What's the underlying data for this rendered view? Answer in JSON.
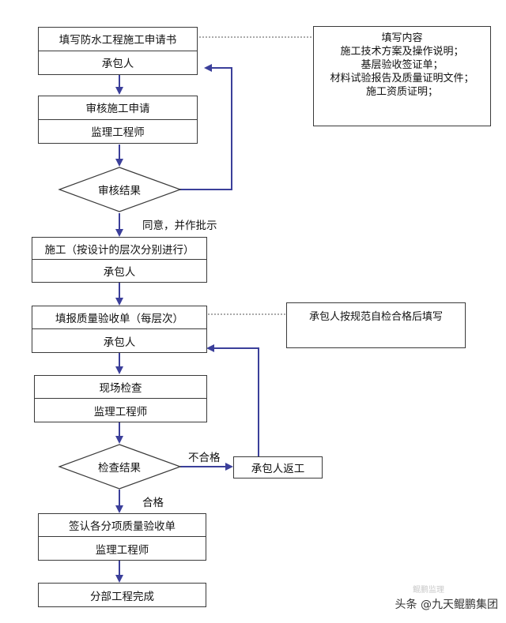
{
  "colors": {
    "line": "#3b3f9a",
    "box_border": "#3a3a3a",
    "text": "#111111"
  },
  "steps": {
    "apply": {
      "title": "填写防水工程施工申请书",
      "role": "承包人"
    },
    "review": {
      "title": "审核施工申请",
      "role": "监理工程师"
    },
    "review_decision": {
      "label": "审核结果"
    },
    "approve_label": "同意，并作批示",
    "construct": {
      "title": "施工（按设计的层次分别进行）",
      "role": "承包人"
    },
    "report": {
      "title": "填报质量验收单（每层次）",
      "role": "承包人"
    },
    "inspect": {
      "title": "现场检查",
      "role": "监理工程师"
    },
    "check_decision": {
      "label": "检查结果"
    },
    "fail_label": "不合格",
    "rework": {
      "label": "承包人返工"
    },
    "pass_label": "合格",
    "sign": {
      "title": "签认各分项质量验收单",
      "role": "监理工程师"
    },
    "complete": {
      "label": "分部工程完成"
    }
  },
  "notes": {
    "content": {
      "lines": [
        "填写内容",
        "施工技术方案及操作说明；",
        "基层验收签证单；",
        "材料试验报告及质量证明文件；",
        "施工资质证明；"
      ]
    },
    "self_check": {
      "text": "承包人按规范自检合格后填写"
    }
  },
  "watermark": {
    "text": "头条 @九天鲲鹏集团",
    "ghost": "鲲鹏监理"
  }
}
